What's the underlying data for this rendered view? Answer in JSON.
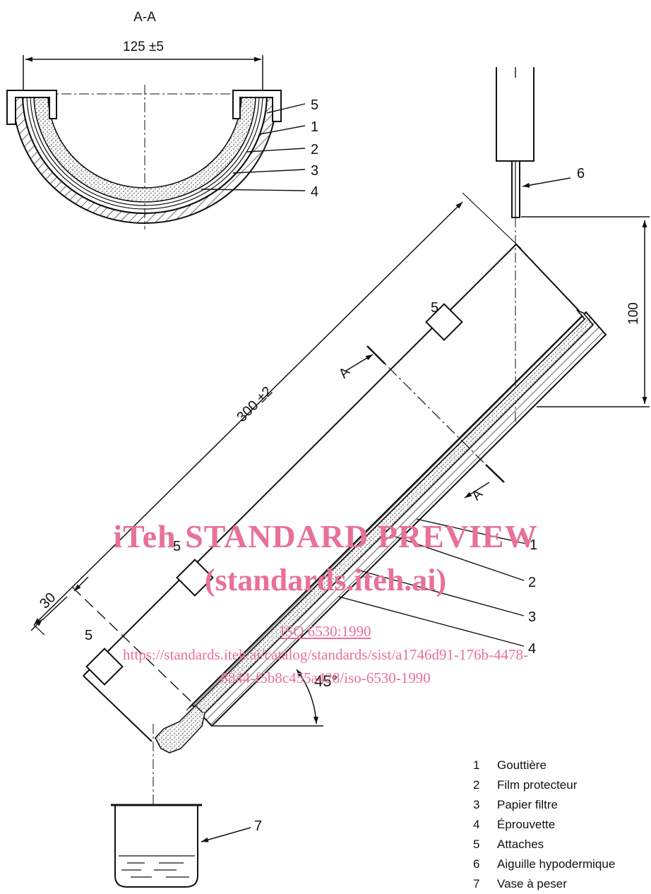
{
  "section": {
    "title": "A-A",
    "width_dim": "125 ±5"
  },
  "dimensions": {
    "length": "300 ±2",
    "offset": "30",
    "drop_height": "100",
    "angle": "45°"
  },
  "section_marks": {
    "upper": "A",
    "lower": "A"
  },
  "callouts": {
    "section_view": [
      "5",
      "1",
      "2",
      "3",
      "4"
    ],
    "needle": "6",
    "main": [
      "1",
      "2",
      "3",
      "4"
    ],
    "attachments": [
      "5",
      "5",
      "5"
    ],
    "vessel": "7"
  },
  "legend": [
    {
      "num": "1",
      "label": "Gouttière"
    },
    {
      "num": "2",
      "label": "Film protecteur"
    },
    {
      "num": "3",
      "label": "Papier filtre"
    },
    {
      "num": "4",
      "label": "Éprouvette"
    },
    {
      "num": "5",
      "label": "Attaches"
    },
    {
      "num": "6",
      "label": "Aiguille hypodermique"
    },
    {
      "num": "7",
      "label": "Vase à peser"
    }
  ],
  "watermark": {
    "title": "iTeh STANDARD PREVIEW",
    "subtitle": "(standards.iteh.ai)",
    "iso": "ISO 6530:1990",
    "url_line1": "https://standards.iteh.ai/catalog/standards/sist/a1746d91-176b-4478-",
    "url_line2": "8844-f5b8c455a428/iso-6530-1990"
  },
  "colors": {
    "ink": "#111111",
    "watermark": "#e8709a",
    "hatch_fill": "#d9d9d9"
  }
}
